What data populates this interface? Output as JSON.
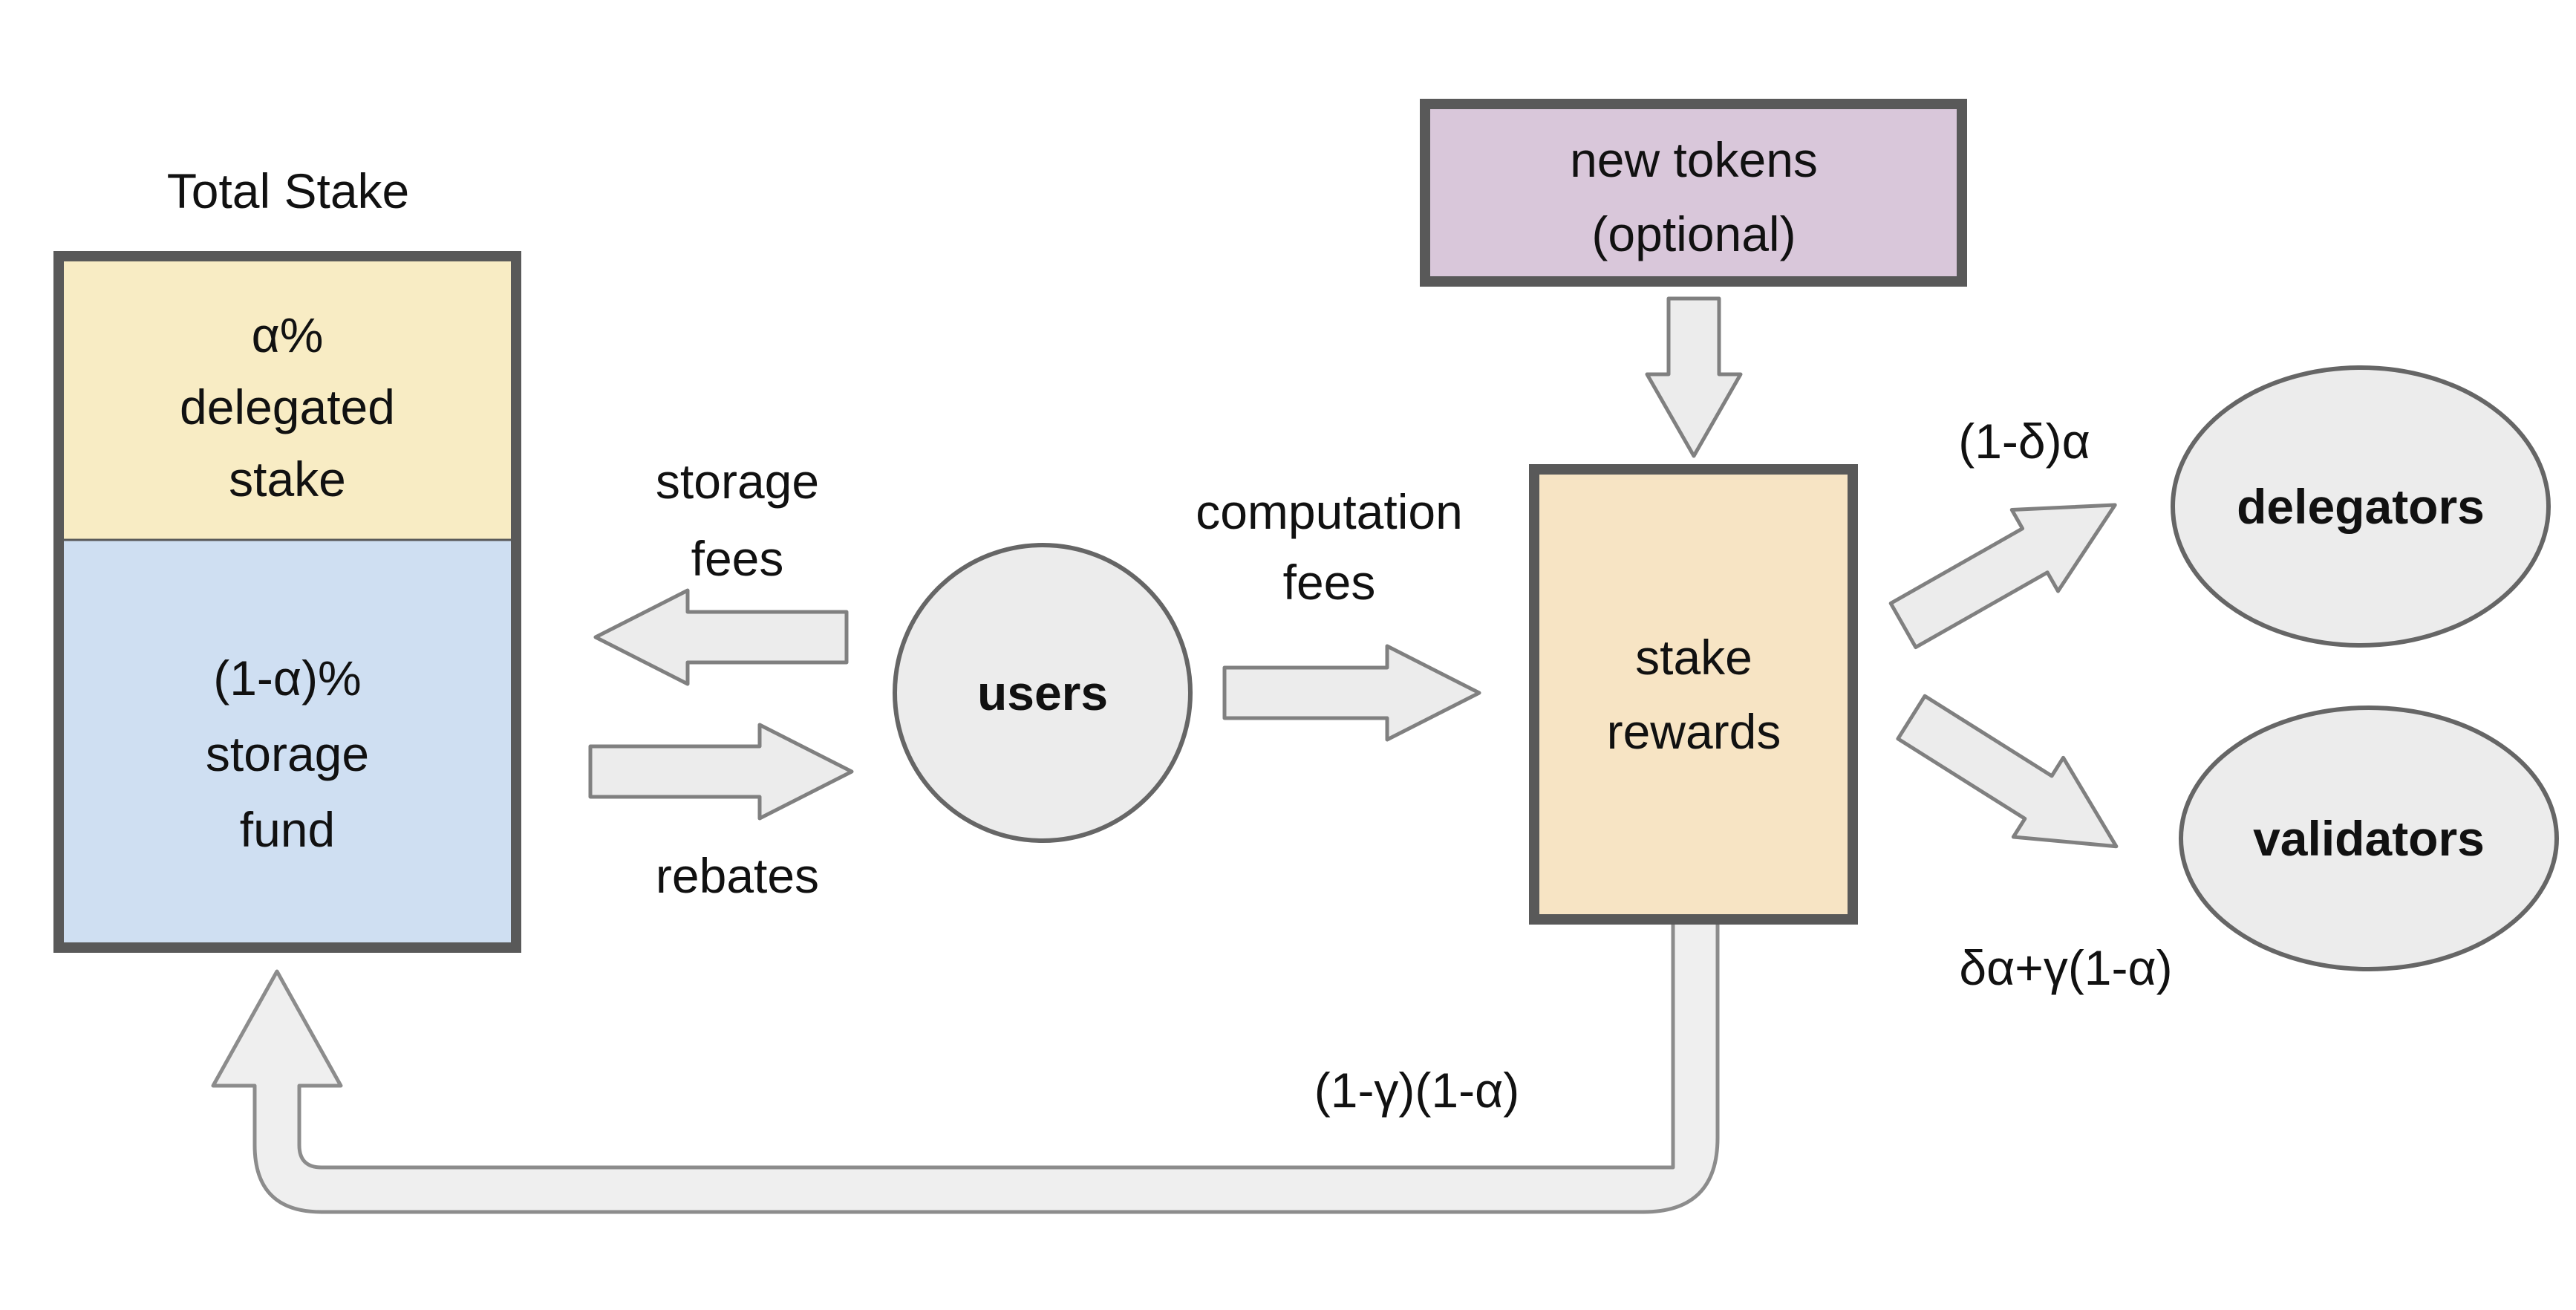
{
  "diagram": {
    "title": "Total Stake",
    "total_stake_box": {
      "delegated_lines": [
        "α%",
        "delegated",
        "stake"
      ],
      "storage_lines": [
        "(1-α)%",
        "storage",
        "fund"
      ]
    },
    "users_label": "users",
    "new_tokens_lines": [
      "new tokens",
      "(optional)"
    ],
    "stake_rewards_lines": [
      "stake",
      "rewards"
    ],
    "delegators_label": "delegators",
    "validators_label": "validators",
    "flow_labels": {
      "storage_fees_lines": [
        "storage",
        "fees"
      ],
      "rebates": "rebates",
      "computation_fees_lines": [
        "computation",
        "fees"
      ],
      "delegators_share": "(1-δ)α",
      "validators_share": "δα+γ(1-α)",
      "storage_fund_return": "(1-γ)(1-α)"
    },
    "colors": {
      "delegated_fill": "#f8ecc4",
      "storage_fund_fill": "#cfdff2",
      "new_tokens_fill": "#d9c7da",
      "stake_rewards_fill": "#f7e4c4",
      "node_fill": "#ececec",
      "arrow_fill": "#ececec",
      "pipe_fill": "#efefef",
      "border_dark": "#595959",
      "outline_gray": "#808080"
    }
  }
}
